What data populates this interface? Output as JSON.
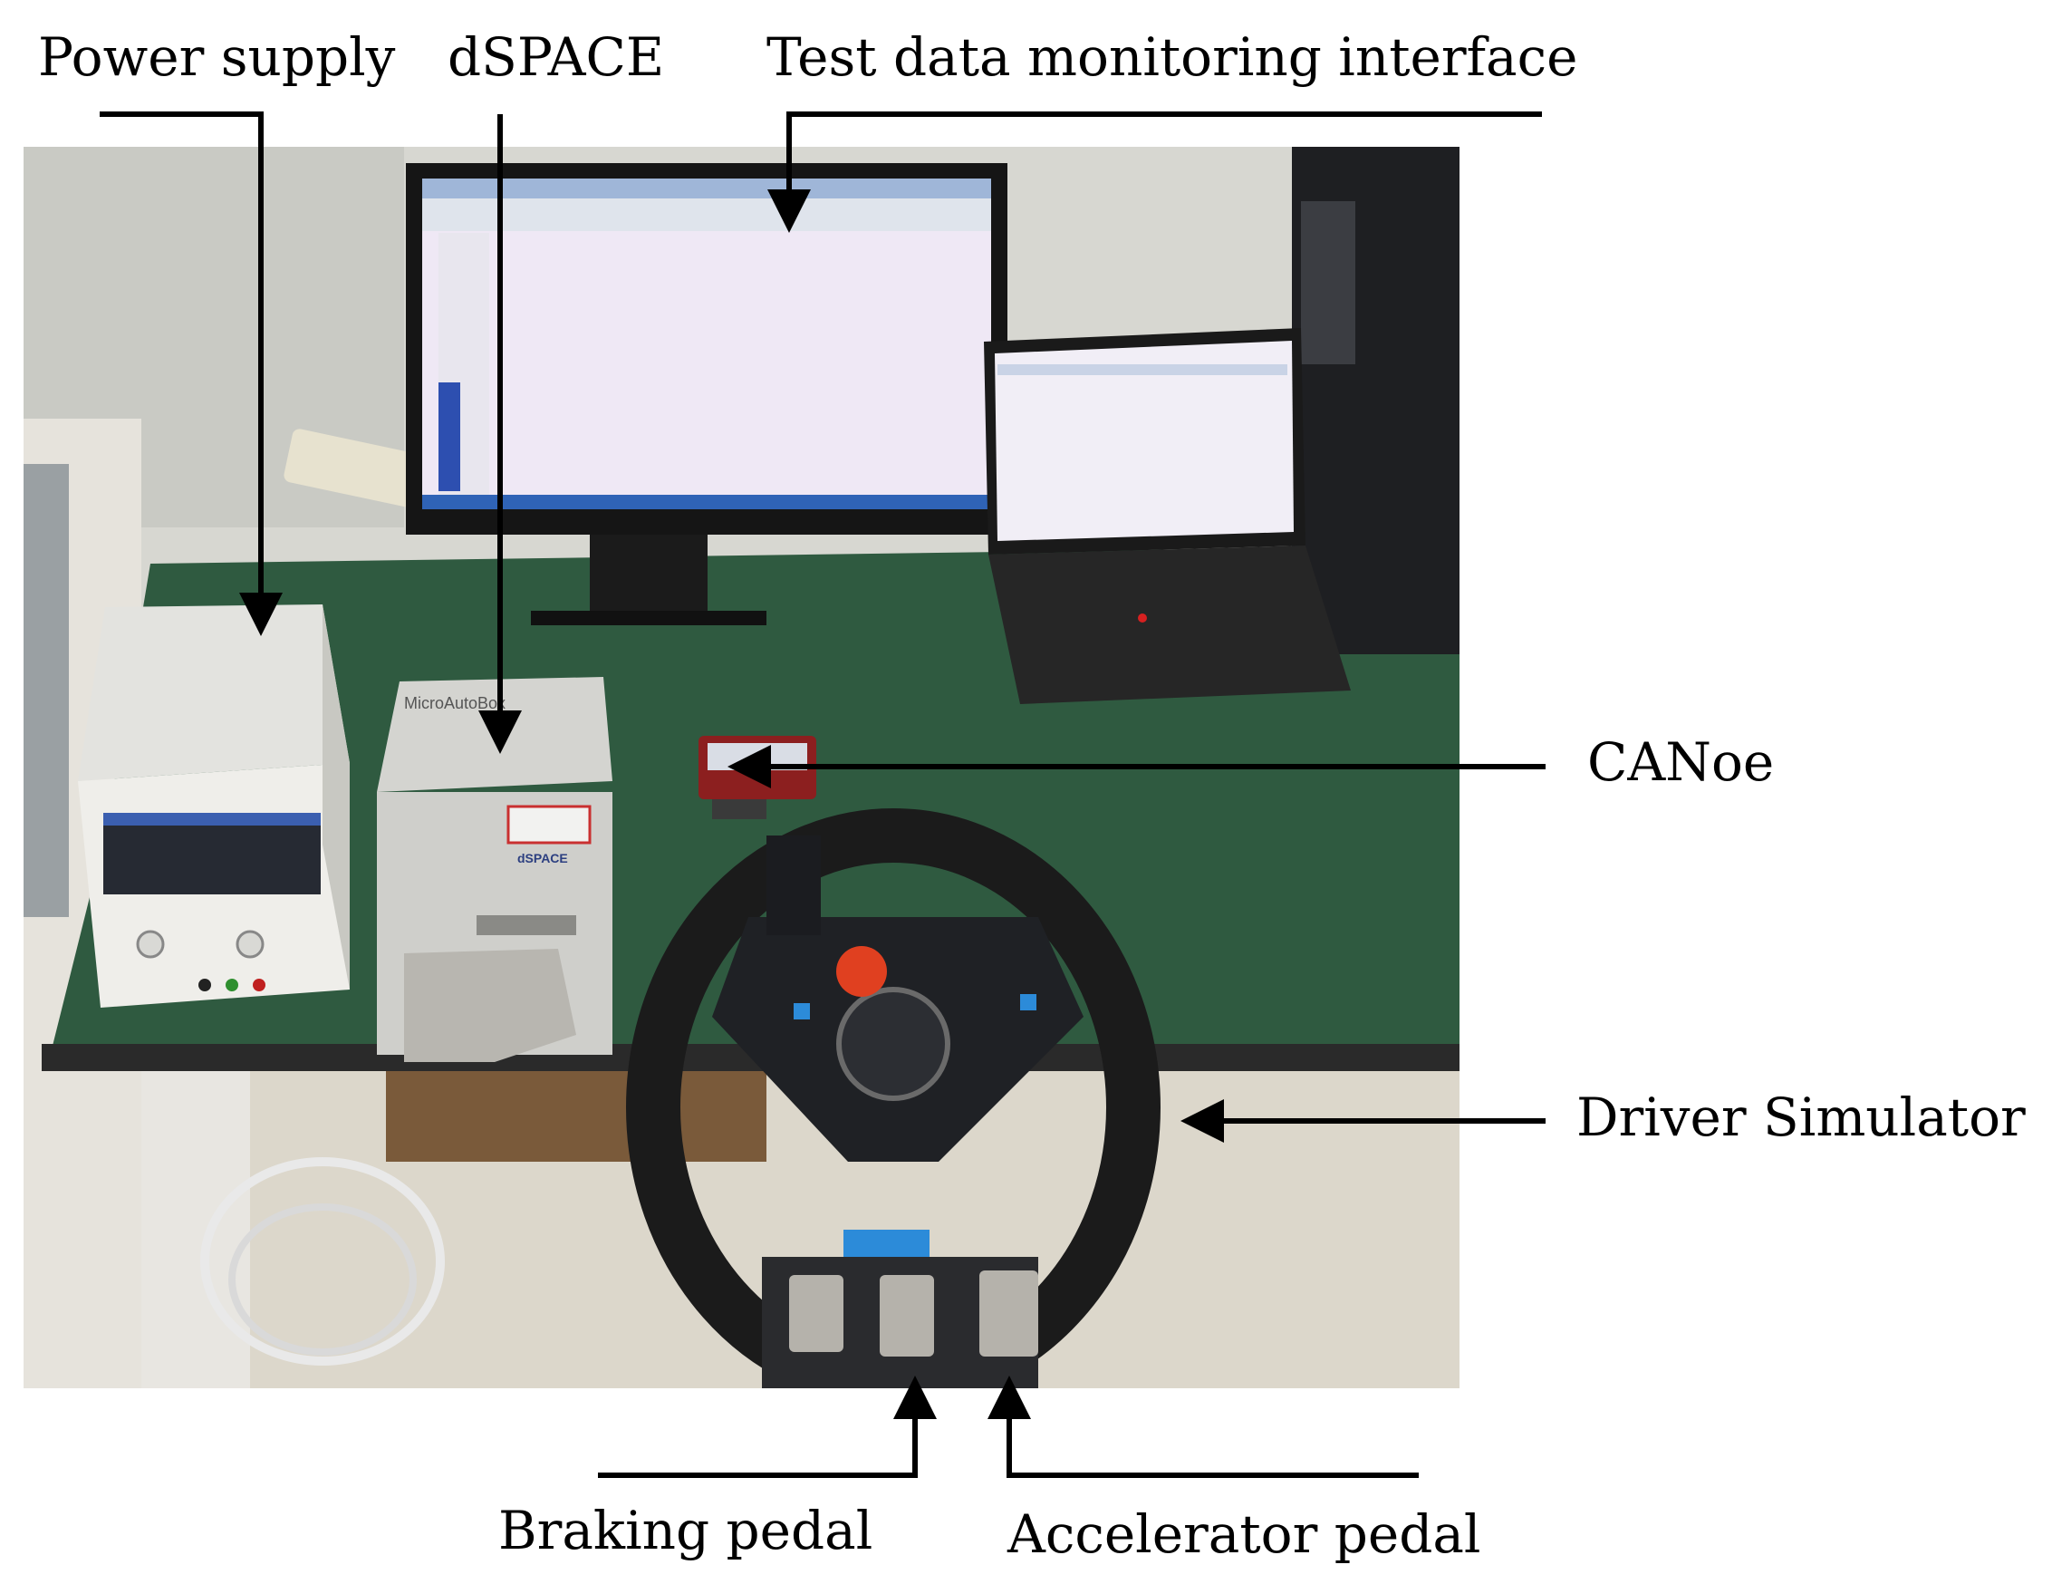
{
  "labels": {
    "power_supply": "Power supply",
    "dspace": "dSPACE",
    "test_data_monitoring": "Test data monitoring interface",
    "canoe": "CANoe",
    "driver_simulator": "Driver Simulator",
    "braking_pedal": "Braking pedal",
    "accelerator_pedal": "Accelerator pedal"
  },
  "photo_text": {
    "microautobox": "MicroAutoBox",
    "dspace_logo": "dSPACE"
  },
  "colors": {
    "table_green": "#2f5a40",
    "wall": "#d9d9d3",
    "floor": "#ddd8cc",
    "arrow": "#000000"
  }
}
